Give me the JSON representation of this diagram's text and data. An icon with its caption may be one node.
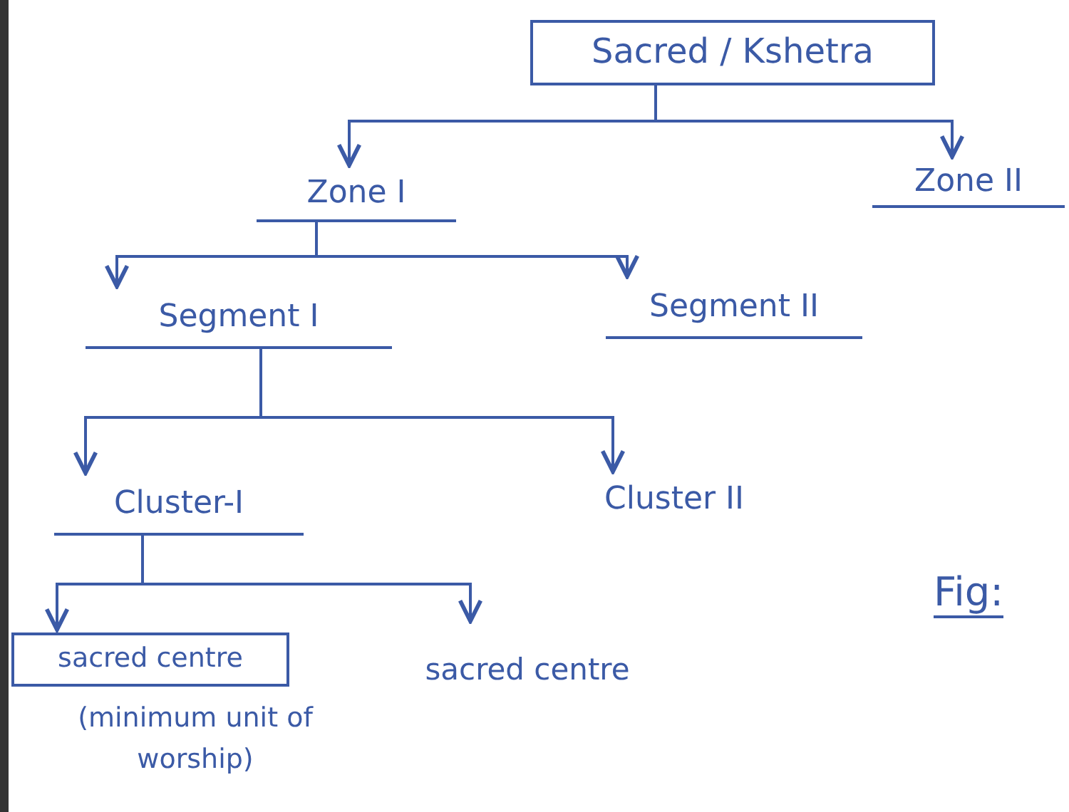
{
  "diagram": {
    "nodes": [
      {
        "text": [
          "Sacred / Kshetra"
        ]
      },
      {
        "text": [
          "Zone I"
        ]
      },
      {
        "text": [
          "Zone II"
        ]
      },
      {
        "text": [
          "Segment I"
        ]
      },
      {
        "text": [
          "Segment II"
        ]
      },
      {
        "text": [
          "Cluster-I"
        ]
      },
      {
        "text": [
          "Cluster II"
        ]
      },
      {
        "text": [
          "sacred centre"
        ],
        "beside": [
          "(minimum unit of worship)"
        ]
      },
      {
        "text": [
          "sacred centre"
        ]
      }
    ],
    "edges": [
      {
        "from": 0,
        "to": 1,
        "arrow": "to"
      },
      {
        "from": 0,
        "to": 2,
        "arrow": "to"
      },
      {
        "from": 1,
        "to": 3,
        "arrow": "to"
      },
      {
        "from": 1,
        "to": 4,
        "arrow": "to"
      },
      {
        "from": 3,
        "to": 5,
        "arrow": "to"
      },
      {
        "from": 3,
        "to": 6,
        "arrow": "to"
      },
      {
        "from": 5,
        "to": 7,
        "arrow": "to"
      },
      {
        "from": 5,
        "to": 8,
        "arrow": "to"
      }
    ],
    "labels": [
      "Fig:"
    ]
  }
}
